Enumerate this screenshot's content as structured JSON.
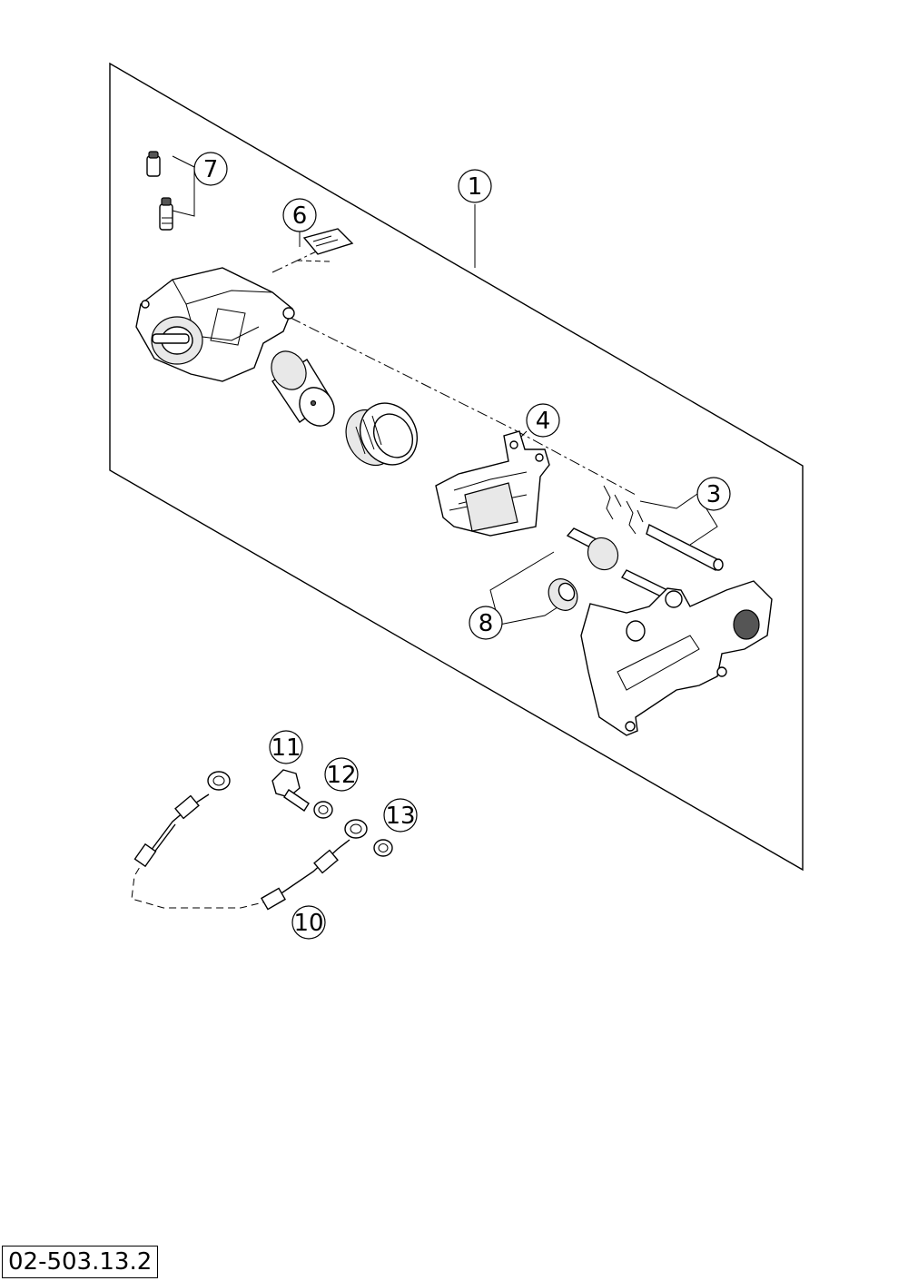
{
  "callouts": [
    {
      "id": "1",
      "label": "1"
    },
    {
      "id": "3",
      "label": "3"
    },
    {
      "id": "4",
      "label": "4"
    },
    {
      "id": "6",
      "label": "6"
    },
    {
      "id": "7",
      "label": "7"
    },
    {
      "id": "8",
      "label": "8"
    },
    {
      "id": "10",
      "label": "10"
    },
    {
      "id": "11",
      "label": "11"
    },
    {
      "id": "12",
      "label": "12"
    },
    {
      "id": "13",
      "label": "13"
    }
  ],
  "drawing_number": "02-503.13.2"
}
